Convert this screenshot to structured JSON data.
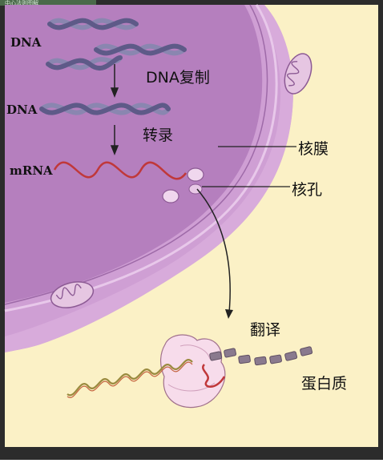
{
  "header_text": "中心法则图解",
  "labels": {
    "dna_top": "DNA",
    "dna_mid": "DNA",
    "mrna": "mRNA",
    "replication": "DNA复制",
    "transcription": "转录",
    "nuclear_membrane": "核膜",
    "nuclear_pore": "核孔",
    "translation": "翻译",
    "protein": "蛋白质"
  },
  "colors": {
    "frame": "#2a2a2a",
    "cytoplasm": "#fbf1c6",
    "nucleus": "#b884c2",
    "nucleus_light": "#cfa0d6",
    "membrane": "#d6a6d8",
    "dna_strand": "#6e6a96",
    "mrna_strand": "#c0383a",
    "ribosome": "#f3d6e6",
    "protein_bead": "#8a7a8e"
  }
}
